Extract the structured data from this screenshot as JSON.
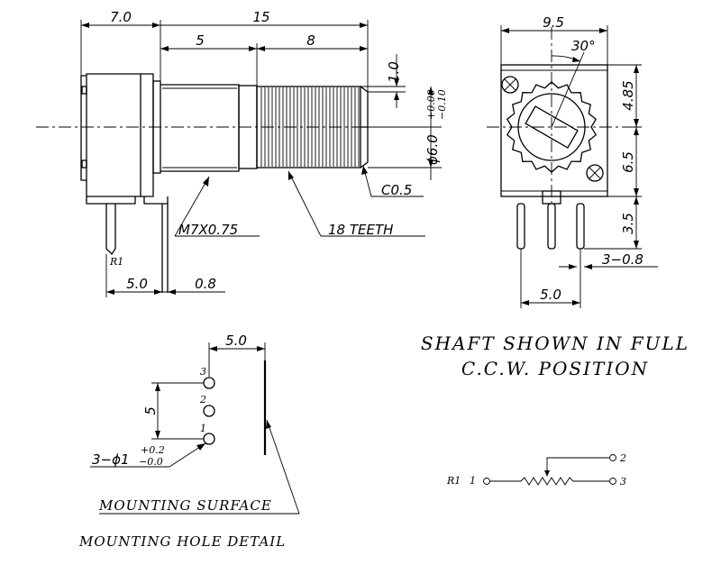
{
  "side_view": {
    "dim_total_width": "7.0",
    "dim_total_length": "15",
    "dim_thread_length": "5",
    "dim_knurl_length": "8",
    "dim_flat": "1.0",
    "dim_shaft_dia_base": "ϕ6.0",
    "dim_shaft_dia_tol_upper": "+0.00",
    "dim_shaft_dia_tol_lower": "−0.10",
    "dim_chamfer": "C0.5",
    "callout_thread": "M7X0.75",
    "callout_teeth": "18 TEETH",
    "label_r1": "R1",
    "dim_pin_offset": "5.0",
    "dim_pin_thickness": "0.8"
  },
  "front_view": {
    "dim_width": "9.5",
    "dim_angle": "30°",
    "dim_upper_height": "4.85",
    "dim_lower_height": "6.5",
    "dim_pin_length": "3.5",
    "dim_pins": "3−0.8",
    "dim_pin_pitch": "5.0"
  },
  "hole_detail": {
    "dim_offset": "5.0",
    "dim_spacing": "5",
    "pin_numbers": [
      "3",
      "2",
      "1"
    ],
    "hole_callout_base": "3−ϕ1",
    "hole_callout_tol_upper": "+0.2",
    "hole_callout_tol_lower": "−0.0",
    "label_surface": "MOUNTING SURFACE",
    "title": "MOUNTING HOLE DETAIL"
  },
  "notes": {
    "line1": "SHAFT SHOWN IN FULL",
    "line2": "C.C.W. POSITION"
  },
  "schematic": {
    "ref": "R1",
    "pin1": "1",
    "pin2": "2",
    "pin3": "3"
  }
}
